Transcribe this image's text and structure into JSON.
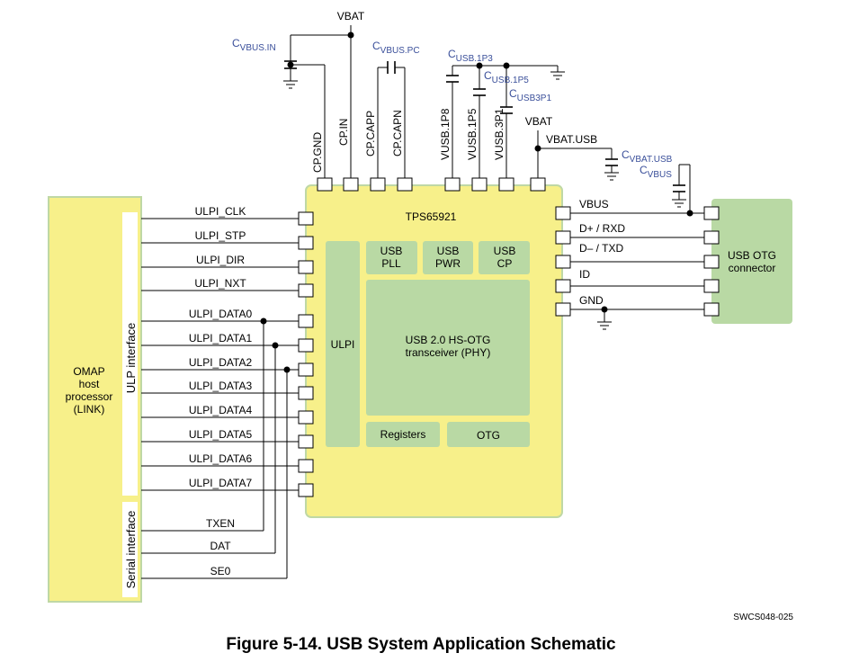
{
  "figure": {
    "caption": "Figure 5-14. USB System Application Schematic",
    "ref_code": "SWCS048-025"
  },
  "host": {
    "title_lines": [
      "OMAP",
      "host",
      "processor",
      "(LINK)"
    ],
    "ulpi_interface_label": "ULP interface",
    "serial_interface_label": "Serial interface"
  },
  "chip": {
    "title": "TPS65921",
    "blocks": {
      "ulpi": "ULPI",
      "usb_pll": [
        "USB",
        "PLL"
      ],
      "usb_pwr": [
        "USB",
        "PWR"
      ],
      "usb_cp": [
        "USB",
        "CP"
      ],
      "phy": [
        "USB 2.0 HS-OTG",
        "transceiver (PHY)"
      ],
      "registers": "Registers",
      "otg": "OTG"
    },
    "top_pins": [
      "CP.GND",
      "CP.IN",
      "CP.CAPP",
      "CP.CAPN",
      "VUSB.1P8",
      "VUSB.1P5",
      "VUSB.3P1"
    ]
  },
  "signals": {
    "ulpi": [
      "ULPI_CLK",
      "ULPI_STP",
      "ULPI_DIR",
      "ULPI_NXT",
      "ULPI_DATA0",
      "ULPI_DATA1",
      "ULPI_DATA2",
      "ULPI_DATA3",
      "ULPI_DATA4",
      "ULPI_DATA5",
      "ULPI_DATA6",
      "ULPI_DATA7"
    ],
    "serial": [
      "TXEN",
      "DAT",
      "SE0"
    ]
  },
  "right_side": {
    "signals": [
      "VBUS",
      "D+ / RXD",
      "D– / TXD",
      "ID",
      "GND"
    ],
    "connector_lines": [
      "USB OTG",
      "connector"
    ]
  },
  "power": {
    "vbat_top": "VBAT",
    "vbat_right": "VBAT",
    "vbat_usb": "VBAT.USB"
  },
  "capacitors": {
    "cvbus_in": {
      "base": "C",
      "sub": "VBUS.IN"
    },
    "cvbus_pc": {
      "base": "C",
      "sub": "VBUS.PC"
    },
    "cusb_1p3": {
      "base": "C",
      "sub": "USB.1P3"
    },
    "cusb_1p5": {
      "base": "C",
      "sub": "USB.1P5"
    },
    "cusb_3p1": {
      "base": "C",
      "sub": "USB3P1"
    },
    "cvbat_usb": {
      "base": "C",
      "sub": "VBAT.USB"
    },
    "cvbus": {
      "base": "C",
      "sub": "VBUS"
    }
  },
  "colors": {
    "block_fill": "#f7f08a",
    "block_border": "#bfd8a5",
    "sub_block": "#b9d9a4",
    "connector_fill": "#b9d9a4",
    "cap_label": "#3a4f9a"
  }
}
